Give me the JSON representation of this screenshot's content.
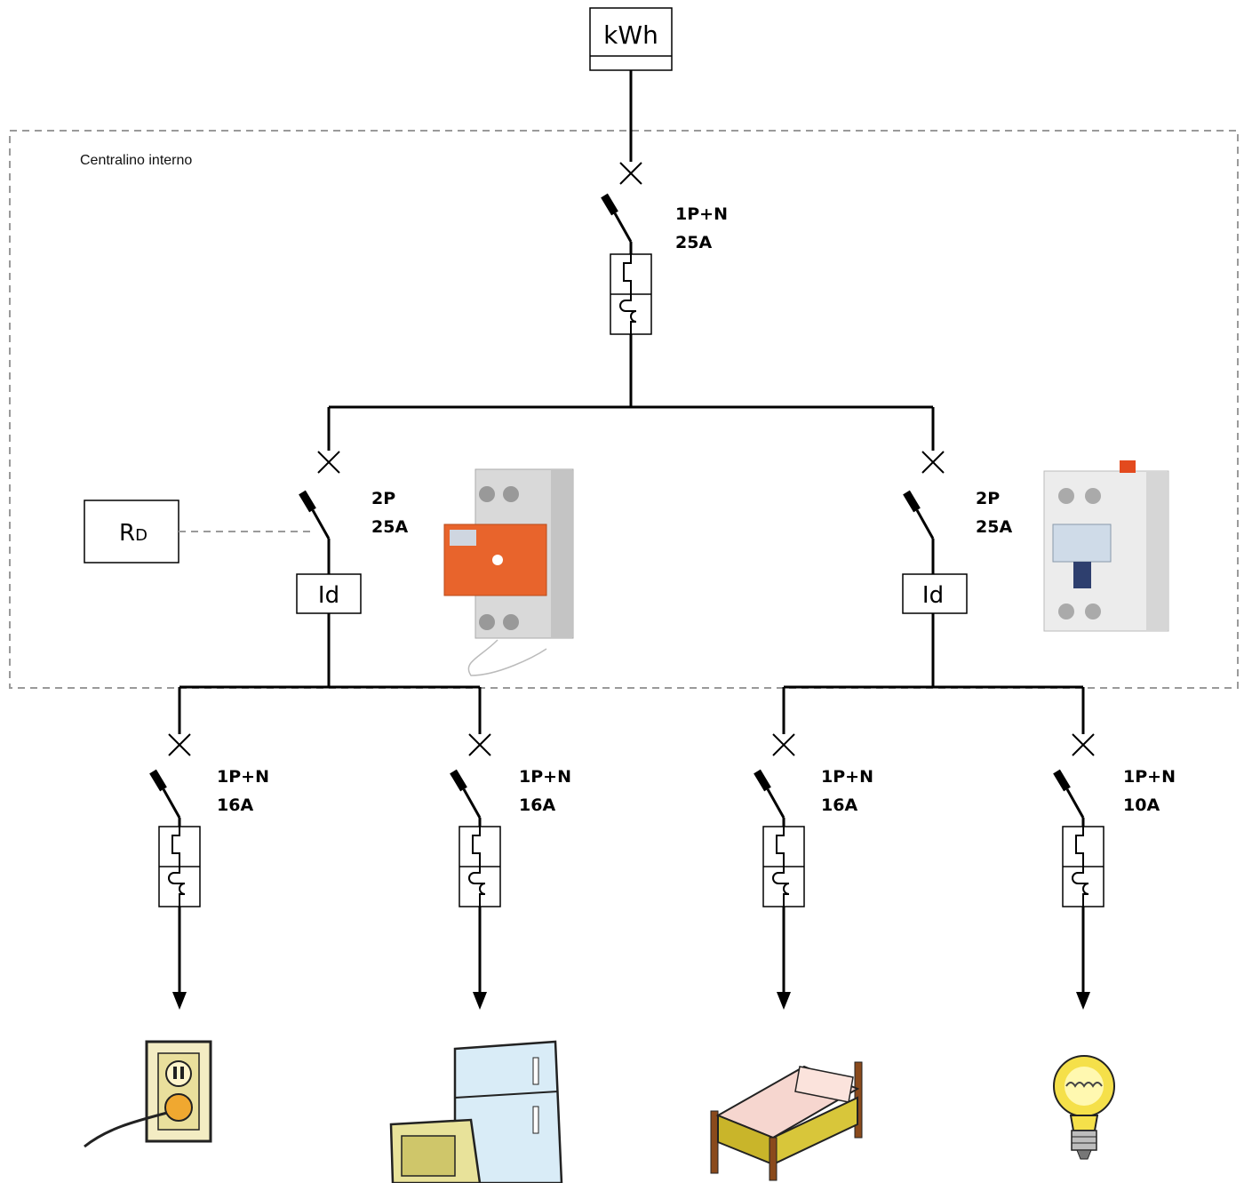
{
  "panel": {
    "title": "Centralino interno"
  },
  "meter": {
    "label": "kWh"
  },
  "remote": {
    "label_main": "R",
    "label_sub": "D"
  },
  "main_breaker": {
    "poles": "1P+N",
    "rating": "25A"
  },
  "rcds": [
    {
      "poles": "2P",
      "rating": "25A",
      "symbol": "Id"
    },
    {
      "poles": "2P",
      "rating": "25A",
      "symbol": "Id"
    }
  ],
  "branches": [
    {
      "poles": "1P+N",
      "rating": "16A",
      "load_icon": "socket-icon"
    },
    {
      "poles": "1P+N",
      "rating": "16A",
      "load_icon": "fridge-microwave-icon"
    },
    {
      "poles": "1P+N",
      "rating": "16A",
      "load_icon": "bed-icon"
    },
    {
      "poles": "1P+N",
      "rating": "10A",
      "load_icon": "lightbulb-icon"
    }
  ],
  "colors": {
    "line": "#000000",
    "dashed": "#9a9a9a",
    "rcd_orange": "#e8642c",
    "bulb": "#f5e04a"
  }
}
